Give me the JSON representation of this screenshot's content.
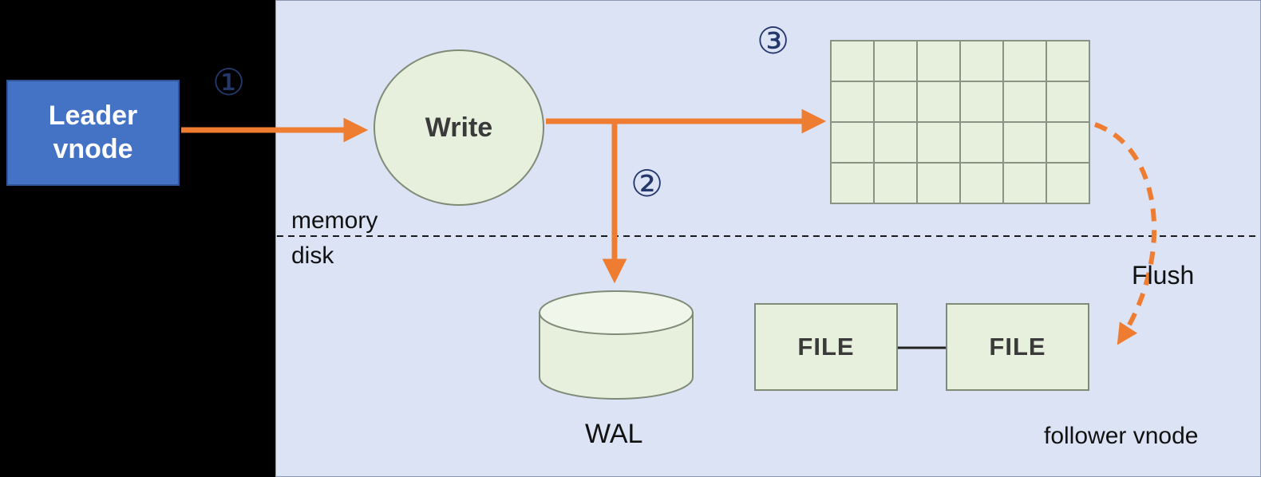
{
  "diagram": {
    "leader_vnode": {
      "line1": "Leader",
      "line2": "vnode"
    },
    "steps": {
      "step1": "①",
      "step2": "②",
      "step3": "③"
    },
    "write_node": {
      "label": "Write"
    },
    "memtable": {
      "rows": 4,
      "cols": 6
    },
    "layers": {
      "memory": "memory",
      "disk": "disk"
    },
    "wal": {
      "label": "WAL"
    },
    "flush": {
      "label": "Flush"
    },
    "files": {
      "file1": "FILE",
      "file2": "FILE"
    },
    "follower": {
      "label": "follower vnode"
    }
  },
  "colors": {
    "background": "#000000",
    "panel": "#dce3f5",
    "panel_border": "#8b96b5",
    "leader_box": "#4472c4",
    "leader_box_border": "#2f5597",
    "leader_text": "#ffffff",
    "shape_fill": "#e7f0dc",
    "shape_fill_light": "#f0f6ea",
    "shape_border": "#7f8a77",
    "grid_line": "#8a9383",
    "arrow": "#ee7d31",
    "step_number": "#24386b",
    "text": "#111111",
    "shape_text": "#3a3a3a"
  }
}
